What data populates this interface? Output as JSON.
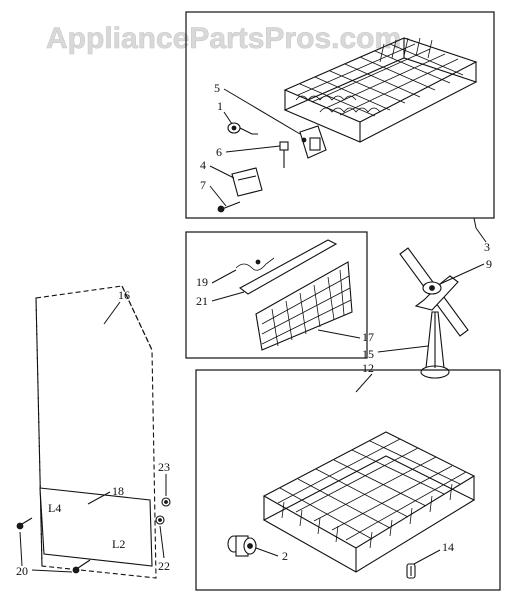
{
  "watermark": "AppliancePartsPros.com",
  "callouts": {
    "c1": "1",
    "c2": "2",
    "c3": "3",
    "c4": "4",
    "c5": "5",
    "c6": "6",
    "c7": "7",
    "c9": "9",
    "c12": "12",
    "c14": "14",
    "c15": "15",
    "c16": "16",
    "c17": "17",
    "c18": "18",
    "c19": "19",
    "c20": "20",
    "c21": "21",
    "c22": "22",
    "c23": "23"
  },
  "panel_marks": {
    "upper": "L4",
    "lower": "L2"
  }
}
